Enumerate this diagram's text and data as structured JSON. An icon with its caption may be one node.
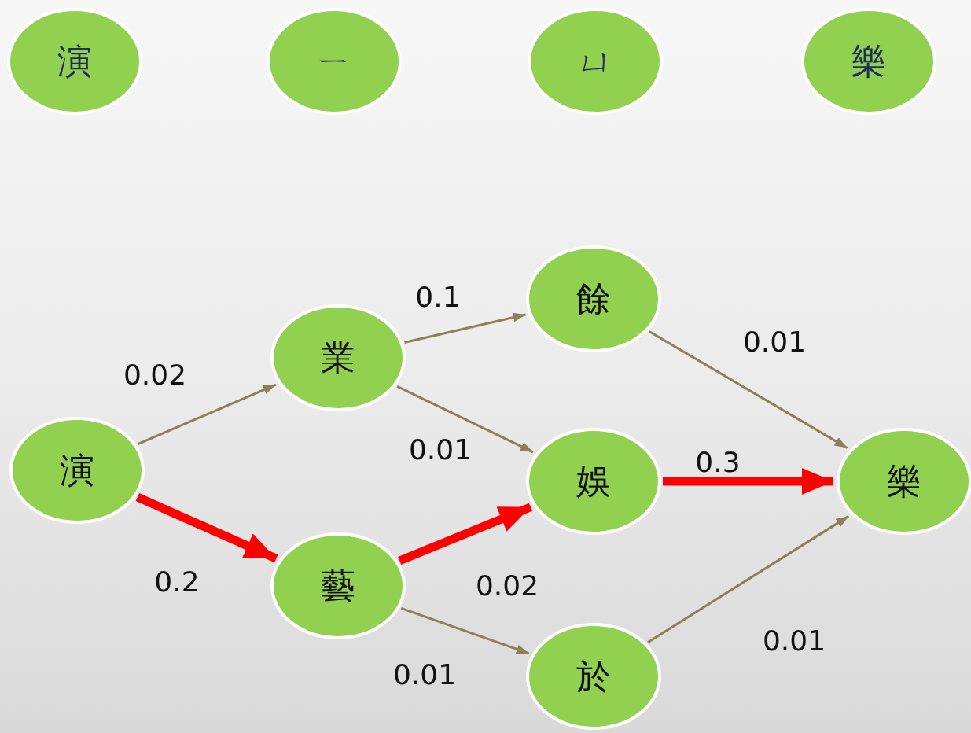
{
  "diagram": {
    "nodes": [
      {
        "text": [
          "演"
        ]
      },
      {
        "text": [
          "ㄧ"
        ]
      },
      {
        "text": [
          "ㄩ"
        ]
      },
      {
        "text": [
          "樂"
        ]
      },
      {
        "text": [
          "演"
        ]
      },
      {
        "text": [
          "業"
        ]
      },
      {
        "text": [
          "藝"
        ]
      },
      {
        "text": [
          "餘"
        ]
      },
      {
        "text": [
          "娛"
        ]
      },
      {
        "text": [
          "於"
        ]
      },
      {
        "text": [
          "樂"
        ]
      }
    ],
    "edges": [
      {
        "from": 4,
        "to": 5,
        "arrow": "to",
        "label": "0.02"
      },
      {
        "from": 4,
        "to": 6,
        "arrow": "to",
        "label": "0.2",
        "style": "thick",
        "color": "#ff0000"
      },
      {
        "from": 5,
        "to": 7,
        "arrow": "to",
        "label": "0.1"
      },
      {
        "from": 5,
        "to": 8,
        "arrow": "to",
        "label": "0.01"
      },
      {
        "from": 6,
        "to": 8,
        "arrow": "to",
        "label": "0.02",
        "style": "thick",
        "color": "#ff0000"
      },
      {
        "from": 6,
        "to": 9,
        "arrow": "to",
        "label": "0.01"
      },
      {
        "from": 7,
        "to": 10,
        "arrow": "to",
        "label": "0.01"
      },
      {
        "from": 8,
        "to": 10,
        "arrow": "to",
        "label": "0.3",
        "style": "thick",
        "color": "#ff0000"
      },
      {
        "from": 9,
        "to": 10,
        "arrow": "to",
        "label": "0.01"
      }
    ]
  }
}
